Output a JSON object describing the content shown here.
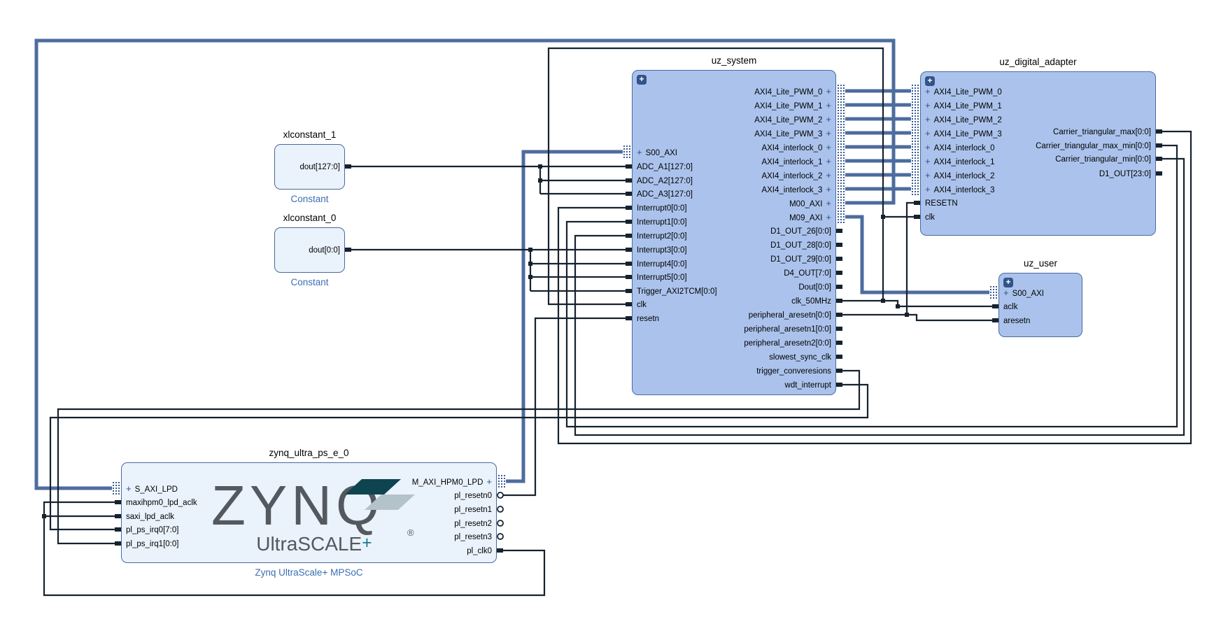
{
  "diagram": {
    "tool": "block-design-canvas",
    "colors": {
      "block_fill": "#abc3ec",
      "block_fill_light": "#eaf2fb",
      "block_border": "#49699f",
      "wire": "#16222e",
      "wire_interface": "#4d6c9f",
      "caption_text": "#3c6eb4",
      "expand_bg": "#33548a",
      "connector_dots": "#3a5c94",
      "logo_text": "#54585f",
      "logo_plus_teal": "#1b7a8a",
      "logo_parallelogram_dark": "#0e4450",
      "logo_parallelogram_light": "#b4c2ca"
    },
    "blocks": [
      {
        "id": "xlconstant_1",
        "title": "xlconstant_1",
        "caption": "Constant",
        "style": "light",
        "left_ports": [],
        "right_ports": [
          {
            "name": "dout[127:0]"
          }
        ]
      },
      {
        "id": "xlconstant_0",
        "title": "xlconstant_0",
        "caption": "Constant",
        "style": "light",
        "left_ports": [],
        "right_ports": [
          {
            "name": "dout[0:0]"
          }
        ]
      },
      {
        "id": "uz_system",
        "title": "uz_system",
        "style": "dark",
        "expand": true,
        "left_ports": [
          {
            "name": "S00_AXI",
            "iface": true
          },
          {
            "name": "ADC_A1[127:0]"
          },
          {
            "name": "ADC_A2[127:0]"
          },
          {
            "name": "ADC_A3[127:0]"
          },
          {
            "name": "Interrupt0[0:0]"
          },
          {
            "name": "Interrupt1[0:0]"
          },
          {
            "name": "Interrupt2[0:0]"
          },
          {
            "name": "Interrupt3[0:0]"
          },
          {
            "name": "Interrupt4[0:0]"
          },
          {
            "name": "Interrupt5[0:0]"
          },
          {
            "name": "Trigger_AXI2TCM[0:0]"
          },
          {
            "name": "clk"
          },
          {
            "name": "resetn"
          }
        ],
        "right_ports": [
          {
            "name": "AXI4_Lite_PWM_0",
            "iface": true
          },
          {
            "name": "AXI4_Lite_PWM_1",
            "iface": true
          },
          {
            "name": "AXI4_Lite_PWM_2",
            "iface": true
          },
          {
            "name": "AXI4_Lite_PWM_3",
            "iface": true
          },
          {
            "name": "AXI4_interlock_0",
            "iface": true
          },
          {
            "name": "AXI4_interlock_1",
            "iface": true
          },
          {
            "name": "AXI4_interlock_2",
            "iface": true
          },
          {
            "name": "AXI4_interlock_3",
            "iface": true
          },
          {
            "name": "M00_AXI",
            "iface": true
          },
          {
            "name": "M09_AXI",
            "iface": true
          },
          {
            "name": "D1_OUT_26[0:0]"
          },
          {
            "name": "D1_OUT_28[0:0]"
          },
          {
            "name": "D1_OUT_29[0:0]"
          },
          {
            "name": "D4_OUT[7:0]"
          },
          {
            "name": "Dout[0:0]"
          },
          {
            "name": "clk_50MHz"
          },
          {
            "name": "peripheral_aresetn[0:0]"
          },
          {
            "name": "peripheral_aresetn1[0:0]"
          },
          {
            "name": "peripheral_aresetn2[0:0]"
          },
          {
            "name": "slowest_sync_clk"
          },
          {
            "name": "trigger_converesions"
          },
          {
            "name": "wdt_interrupt"
          }
        ]
      },
      {
        "id": "uz_digital_adapter",
        "title": "uz_digital_adapter",
        "style": "dark",
        "expand": true,
        "left_ports": [
          {
            "name": "AXI4_Lite_PWM_0",
            "iface": true
          },
          {
            "name": "AXI4_Lite_PWM_1",
            "iface": true
          },
          {
            "name": "AXI4_Lite_PWM_2",
            "iface": true
          },
          {
            "name": "AXI4_Lite_PWM_3",
            "iface": true
          },
          {
            "name": "AXI4_interlock_0",
            "iface": true
          },
          {
            "name": "AXI4_interlock_1",
            "iface": true
          },
          {
            "name": "AXI4_interlock_2",
            "iface": true
          },
          {
            "name": "AXI4_interlock_3",
            "iface": true
          },
          {
            "name": "RESETN"
          },
          {
            "name": "clk"
          }
        ],
        "right_ports": [
          {
            "name": "Carrier_triangular_max[0:0]"
          },
          {
            "name": "Carrier_triangular_max_min[0:0]"
          },
          {
            "name": "Carrier_triangular_min[0:0]"
          },
          {
            "name": "D1_OUT[23:0]"
          }
        ]
      },
      {
        "id": "uz_user",
        "title": "uz_user",
        "style": "dark",
        "expand": true,
        "left_ports": [
          {
            "name": "S00_AXI",
            "iface": true
          },
          {
            "name": "aclk"
          },
          {
            "name": "aresetn"
          }
        ],
        "right_ports": []
      },
      {
        "id": "zynq_ultra_ps_e_0",
        "title": "zynq_ultra_ps_e_0",
        "caption": "Zynq UltraScale+ MPSoC",
        "style": "light",
        "logo": {
          "brand": "ZYNQ",
          "reg": "®",
          "sub": "UltraSCALE",
          "plus": "+"
        },
        "left_ports": [
          {
            "name": "S_AXI_LPD",
            "iface": true
          },
          {
            "name": "maxihpm0_lpd_aclk"
          },
          {
            "name": "saxi_lpd_aclk"
          },
          {
            "name": "pl_ps_irq0[7:0]"
          },
          {
            "name": "pl_ps_irq1[0:0]"
          }
        ],
        "right_ports": [
          {
            "name": "M_AXI_HPM0_LPD",
            "iface": true
          },
          {
            "name": "pl_resetn0",
            "inv": true
          },
          {
            "name": "pl_resetn1",
            "inv": true
          },
          {
            "name": "pl_resetn2",
            "inv": true
          },
          {
            "name": "pl_resetn3",
            "inv": true
          },
          {
            "name": "pl_clk0"
          }
        ]
      }
    ]
  }
}
